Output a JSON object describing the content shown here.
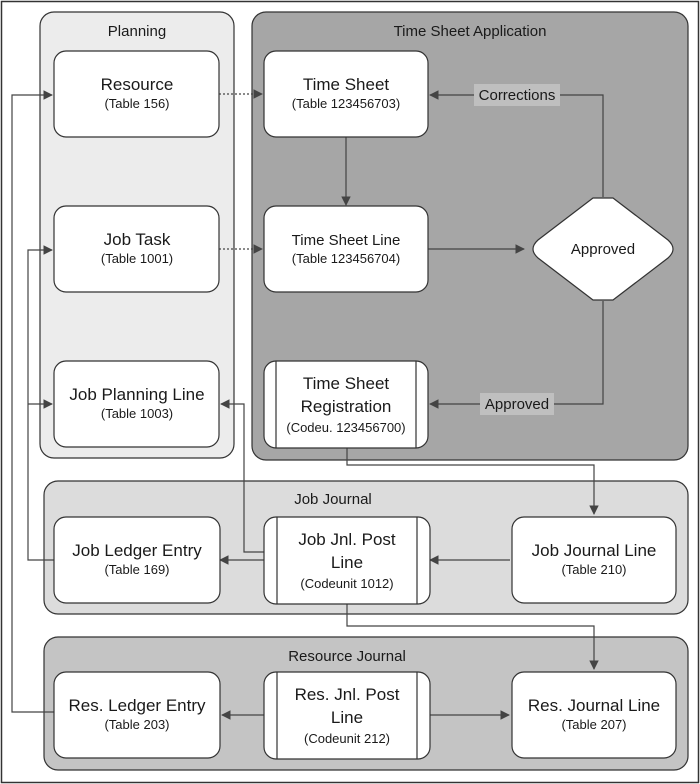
{
  "groups": {
    "planning": "Planning",
    "time_sheet_application": "Time Sheet Application",
    "job_journal": "Job Journal",
    "resource_journal": "Resource Journal"
  },
  "nodes": {
    "resource": {
      "title": "Resource",
      "sub": "(Table 156)"
    },
    "job_task": {
      "title": "Job Task",
      "sub": "(Table 1001)"
    },
    "job_planning_line": {
      "title": "Job Planning Line",
      "sub": "(Table 1003)"
    },
    "time_sheet": {
      "title": "Time Sheet",
      "sub": "(Table 123456703)"
    },
    "time_sheet_line": {
      "title": "Time Sheet Line",
      "sub": "(Table 123456704)"
    },
    "time_sheet_registration": {
      "title1": "Time Sheet",
      "title2": "Registration",
      "sub": "(Codeu. 123456700)"
    },
    "approved_decision": {
      "title": "Approved"
    },
    "job_ledger_entry": {
      "title": "Job Ledger Entry",
      "sub": "(Table 169)"
    },
    "job_jnl_post_line": {
      "title1": "Job Jnl. Post",
      "title2": "Line",
      "sub": "(Codeunit 1012)"
    },
    "job_journal_line": {
      "title": "Job Journal Line",
      "sub": "(Table 210)"
    },
    "res_ledger_entry": {
      "title": "Res. Ledger Entry",
      "sub": "(Table 203)"
    },
    "res_jnl_post_line": {
      "title1": "Res. Jnl. Post",
      "title2": "Line",
      "sub": "(Codeunit 212)"
    },
    "res_journal_line": {
      "title": "Res. Journal Line",
      "sub": "(Table 207)"
    }
  },
  "edge_labels": {
    "corrections": "Corrections",
    "approved": "Approved"
  },
  "colors": {
    "planning_fill": "#ececec",
    "time_sheet_fill": "#a6a6a6",
    "job_journal_fill": "#dcdcdc",
    "resource_journal_fill": "#c4c4c4",
    "node_fill": "#ffffff",
    "line": "#444444",
    "label_fill": "#bfbfbf"
  }
}
